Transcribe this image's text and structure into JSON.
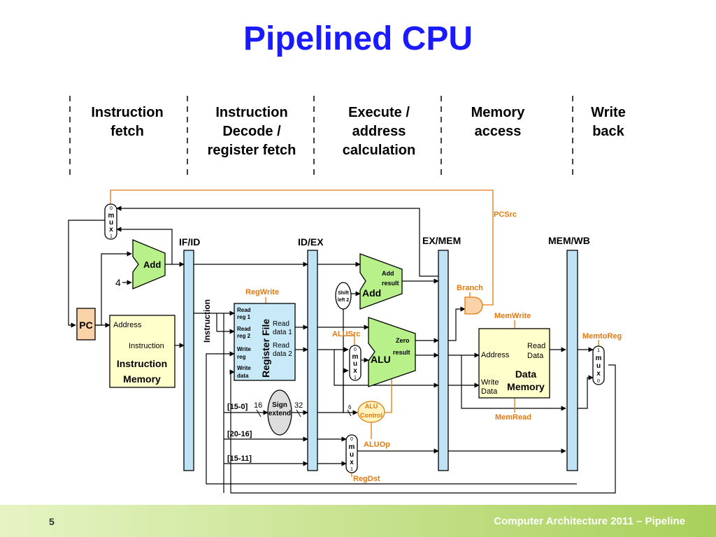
{
  "slide": {
    "title": "Pipelined CPU",
    "page_number": "5",
    "footer": "Computer Architecture 2011 – Pipeline"
  },
  "stages": [
    {
      "name": "Instruction\nfetch"
    },
    {
      "name": "Instruction\nDecode /\nregister fetch"
    },
    {
      "name": "Execute /\naddress\ncalculation"
    },
    {
      "name": "Memory\naccess"
    },
    {
      "name": "Write\nback"
    }
  ],
  "pipeline_registers": [
    "IF/ID",
    "ID/EX",
    "EX/MEM",
    "MEM/WB"
  ],
  "blocks": {
    "pc": "PC",
    "add_pc": "Add",
    "const_four": "4",
    "instruction_memory": {
      "address": "Address",
      "instruction": "Instruction",
      "title_line1": "Instruction",
      "title_line2": "Memory"
    },
    "instruction_bus": "Instruction",
    "register_file": {
      "title": "Register File",
      "read_reg1_a": "Read",
      "read_reg1_b": "reg 1",
      "read_reg2_a": "Read",
      "read_reg2_b": "reg 2",
      "write_reg_a": "Write",
      "write_reg_b": "reg",
      "write_data_a": "Write",
      "write_data_b": "data",
      "read_data1_a": "Read",
      "read_data1_b": "data 1",
      "read_data2_a": "Read",
      "read_data2_b": "data 2"
    },
    "sign_extend": {
      "line1": "Sign",
      "line2": "extend",
      "in_bits": "16",
      "out_bits": "32"
    },
    "shift_left": {
      "line1": "Shift",
      "line2": "left 2"
    },
    "add_branch": {
      "label": "Add",
      "result_a": "Add",
      "result_b": "result"
    },
    "alu": {
      "label": "ALU",
      "zero": "Zero",
      "result": "result"
    },
    "alu_control": {
      "line1": "ALU",
      "line2": "Control",
      "bits": "6"
    },
    "data_memory": {
      "address": "Address",
      "read_a": "Read",
      "read_b": "Data",
      "write_a": "Write",
      "write_b": "Data",
      "title_line1": "Data",
      "title_line2": "Memory"
    },
    "instr_fields": [
      "[15-0]",
      "[20-16]",
      "[15-11]"
    ],
    "mux_letters": [
      "m",
      "u",
      "x"
    ]
  },
  "control_signals": [
    "PCSrc",
    "RegWrite",
    "Branch",
    "MemWrite",
    "ALUSrc",
    "MemtoReg",
    "MemRead",
    "ALUOp",
    "RegDst"
  ],
  "colors": {
    "title": "#1a1aff",
    "control": "#e07a10",
    "pipe_register": "#bfe3f5",
    "adder": "#b8f08a",
    "pc_box": "#fbd3a8",
    "register_file": "#c8e9f7",
    "memory": "#ffffcc",
    "sign_extend": "#dddddd",
    "alu_control": "#fff4c0"
  }
}
